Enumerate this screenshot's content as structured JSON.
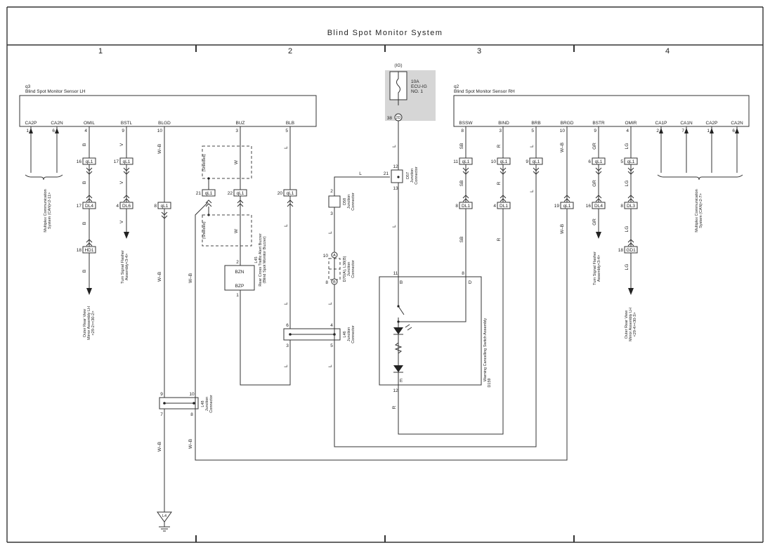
{
  "title": "Blind Spot Monitor System",
  "columns": [
    "1",
    "2",
    "3",
    "4"
  ],
  "sensor_lh": {
    "code": "q3",
    "name": "Blind Spot Monitor Sensor LH",
    "pins": [
      {
        "label": "CA2P",
        "num": "1"
      },
      {
        "label": "CA2N",
        "num": "6"
      },
      {
        "label": "OMIL",
        "num": "4"
      },
      {
        "label": "BSTL",
        "num": "9"
      },
      {
        "label": "BLGD",
        "num": "10"
      },
      {
        "label": "BUZ",
        "num": "3"
      },
      {
        "label": "BLB",
        "num": "5"
      }
    ]
  },
  "sensor_rh": {
    "code": "q2",
    "name": "Blind Spot Monitor Sensor RH",
    "pins": [
      {
        "label": "BSSW",
        "num": "8"
      },
      {
        "label": "BIND",
        "num": "3"
      },
      {
        "label": "BRB",
        "num": "5"
      },
      {
        "label": "BRGD",
        "num": "10"
      },
      {
        "label": "BSTR",
        "num": "9"
      },
      {
        "label": "OMIR",
        "num": "4"
      },
      {
        "label": "CA1P",
        "num": "2"
      },
      {
        "label": "CA1N",
        "num": "7"
      },
      {
        "label": "CA2P",
        "num": "1"
      },
      {
        "label": "CA2N",
        "num": "6"
      }
    ]
  },
  "fuse": {
    "source": "(IG)",
    "rating": "10A",
    "name": "ECU-IG",
    "no": "NO. 1",
    "pin": "38",
    "conn": "2D"
  },
  "connector_labels": {
    "ql1": "qL1",
    "dl4": "DL4",
    "dl6": "DL6",
    "hd1": "HD1",
    "dl1": "DL1",
    "dl3": "DL3",
    "gd1": "GD1"
  },
  "wire_colors": {
    "b": "B",
    "v": "V",
    "wb": "W–B",
    "l": "L",
    "w": "W",
    "sb": "SB",
    "r": "R",
    "gr": "GR",
    "lg": "LG"
  },
  "pin_numbers": {
    "ql1_lh_omil": "16",
    "ql1_lh_bstl": "17",
    "dl4_lh": "17",
    "dl6_lh": "4",
    "hd1_lh": "18",
    "ql1_lh_blgd": "8",
    "ql1_buz_a": "21",
    "ql1_buz_b": "22",
    "ql1_blb": "20",
    "ql1_rh_bssw": "11",
    "ql1_rh_bind": "10",
    "ql1_rh_brb": "9",
    "ql1_rh_brgd": "19",
    "ql1_rh_bstr": "6",
    "ql1_rh_omir": "5",
    "dl1_bssw": "8",
    "dl1_bind": "4",
    "dl4_rh": "16",
    "dl3_rh": "8",
    "gd1_rh": "18",
    "d57_in": "12",
    "d57_side": "21",
    "d57_out": "13",
    "d58_top": "2",
    "d58_bot": "3",
    "d70_top": "10",
    "d70_bot": "8",
    "d70_a": "A",
    "d70_b": "B",
    "l46_tl": "6",
    "l46_tr": "4",
    "l46_bl": "3",
    "l46_br": "5",
    "l45_top": "2",
    "l45_bot": "1",
    "l48_tl": "9",
    "l48_tr": "10",
    "l48_bl": "7",
    "l48_br": "8",
    "d159_b": "11",
    "d159_d": "8",
    "d159_e": "12"
  },
  "shielded": "(Shielded)",
  "multiplex_lh": [
    "Multiplex Communication",
    "System (CAN)<2-11>"
  ],
  "multiplex_rh": [
    "Multiplex Communication",
    "System (CAN)<2-7>"
  ],
  "turn_lh": [
    "Turn Signal Flasher",
    "Assembly<3-4>"
  ],
  "turn_rh": [
    "Turn Signal Flasher",
    "Assembly<3-4>"
  ],
  "mirror_lh": [
    "Outer Rear View",
    "Mirror Assembly LH",
    "<29-2><30-2>"
  ],
  "mirror_rh": [
    "Outer Rear View",
    "Mirror Assembly LH",
    "<29-4><30-3>"
  ],
  "d57": [
    "D57",
    "Junction",
    "Connector"
  ],
  "d58": [
    "D58",
    "Junction",
    "Connector"
  ],
  "d70": [
    "D70(A), L38(B)",
    "Junction",
    "Connector"
  ],
  "l46": [
    "L46",
    "Junction",
    "Connector"
  ],
  "l48": [
    "L48",
    "Junction",
    "Connector"
  ],
  "l45": [
    "L45",
    "Rear Cross Traffic Alert Buzzer",
    "(Blind Spot Monitor Buzzer)"
  ],
  "l45_pins": {
    "top": "BZN",
    "bottom": "BZP"
  },
  "d159": [
    "D159",
    "Warning Cancelling Switch Assembly"
  ],
  "d159_pins": {
    "b": "B",
    "d": "D",
    "e": "E"
  },
  "ground": "L4"
}
